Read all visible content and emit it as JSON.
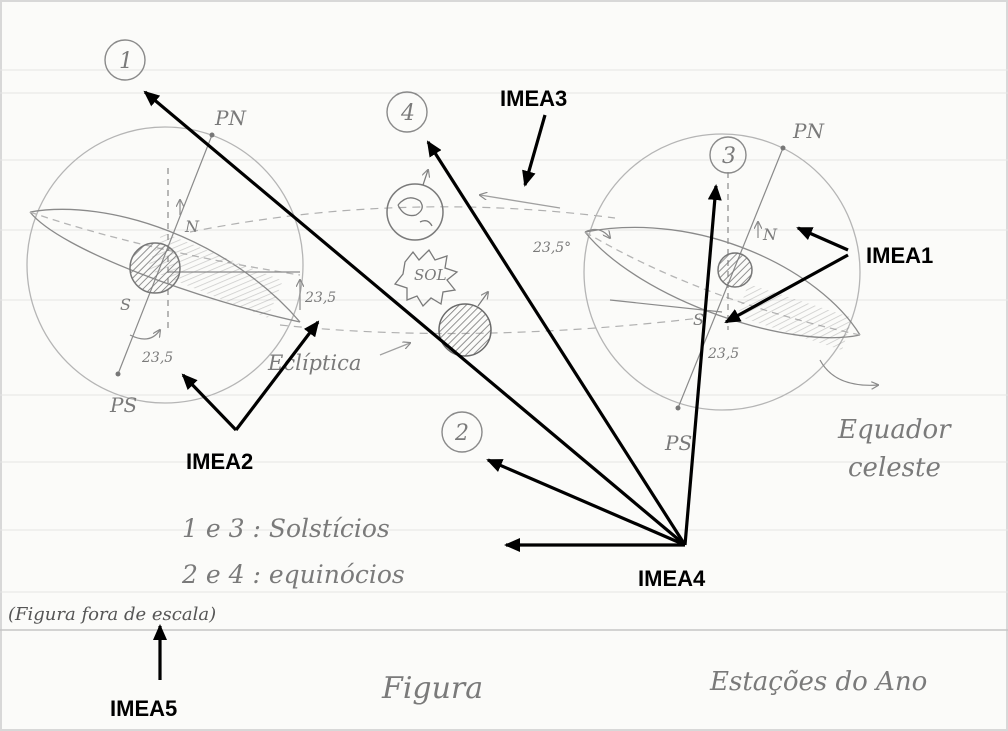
{
  "colors": {
    "paper": "#fbfbf9",
    "ruled_line": "#dcdcdc",
    "pencil": "#8a8a8a",
    "pencil_light": "#b8b8b8",
    "arrow": "#000000",
    "border_gray": "#cfcfcf"
  },
  "stations": {
    "n1": "1",
    "n2": "2",
    "n3": "3",
    "n4": "4"
  },
  "poles": {
    "pn_left": "PN",
    "ps_left": "PS",
    "pn_right": "PN",
    "ps_right": "PS",
    "n_left": "N",
    "s_left": "S",
    "n_right": "N",
    "s_right": "S"
  },
  "angles": {
    "a_left_1": "23,5",
    "a_left_2": "23,5",
    "a_right_1": "23,5°",
    "a_right_2": "23,5"
  },
  "labels": {
    "sol": "SOL",
    "ecliptica": "Eclíptica",
    "equador": "Equador",
    "celeste": "celeste",
    "legend_1": "1 e 3 :  Solstícios",
    "legend_2": "2 e 4 :  equinócios",
    "scale_note": "(Figura fora de escala)",
    "figura": "Figura",
    "estacoes": "Estações do Ano"
  },
  "callouts": {
    "imea1": "IMEA1",
    "imea2": "IMEA2",
    "imea3": "IMEA3",
    "imea4": "IMEA4",
    "imea5": "IMEA5"
  }
}
